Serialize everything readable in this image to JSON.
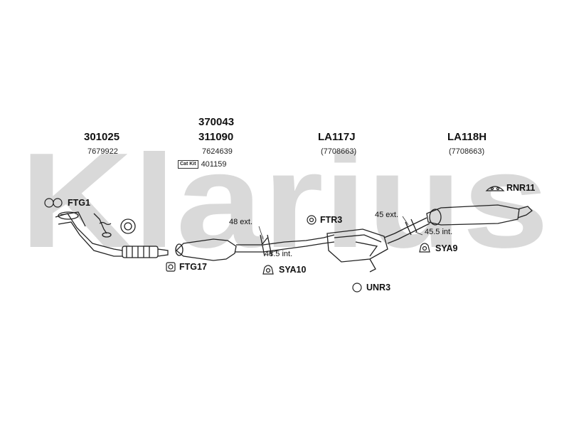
{
  "brand": {
    "watermark_text": "Klarius",
    "watermark_color": "#d9d9d9"
  },
  "groups": [
    {
      "part_number": "301025",
      "oe_number": "7679922"
    },
    {
      "part_number_top": "370043",
      "part_number": "311090",
      "oe_number": "7624639",
      "catkit_label": "Cat Kit",
      "catkit_number": "401159"
    },
    {
      "part_number": "LA117J",
      "oe_number": "(7708663)"
    },
    {
      "part_number": "LA118H",
      "oe_number": "(7708663)"
    }
  ],
  "accessories": {
    "ftg1": "FTG1",
    "ftg17": "FTG17",
    "ftr3": "FTR3",
    "sya10": "SYA10",
    "unr3": "UNR3",
    "sya9": "SYA9",
    "rnr11": "RNR11"
  },
  "measurements": {
    "m48ext": "48 ext.",
    "m485int": "48.5 int.",
    "m45ext": "45 ext.",
    "m455int": "45.5 int."
  }
}
